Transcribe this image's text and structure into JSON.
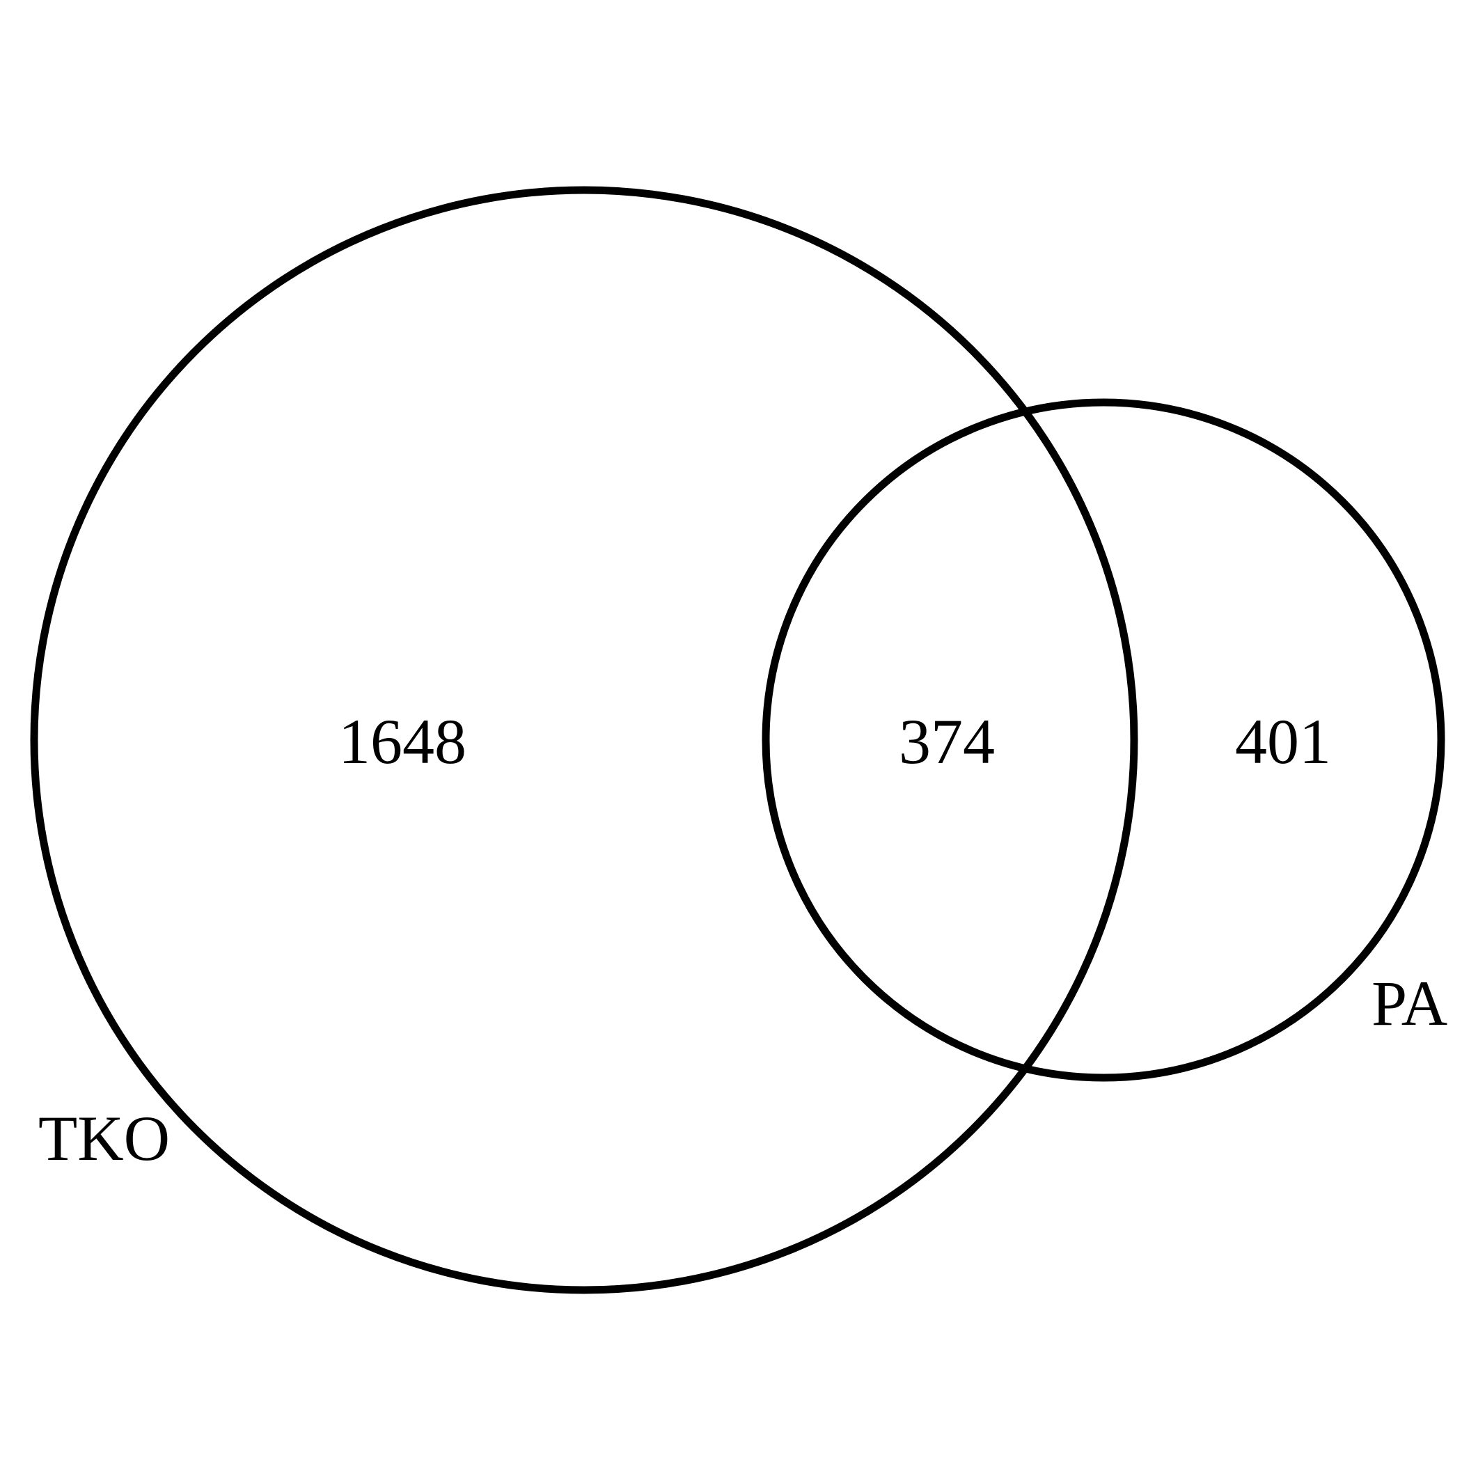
{
  "diagram": {
    "type": "venn",
    "colors": {
      "stroke": "#000000",
      "text": "#000000",
      "background": "#ffffff"
    },
    "sets": [
      {
        "name": "TKO"
      },
      {
        "name": "PA"
      }
    ],
    "regions": {
      "tko_only": "1648",
      "intersection": "374",
      "pa_only": "401"
    }
  }
}
